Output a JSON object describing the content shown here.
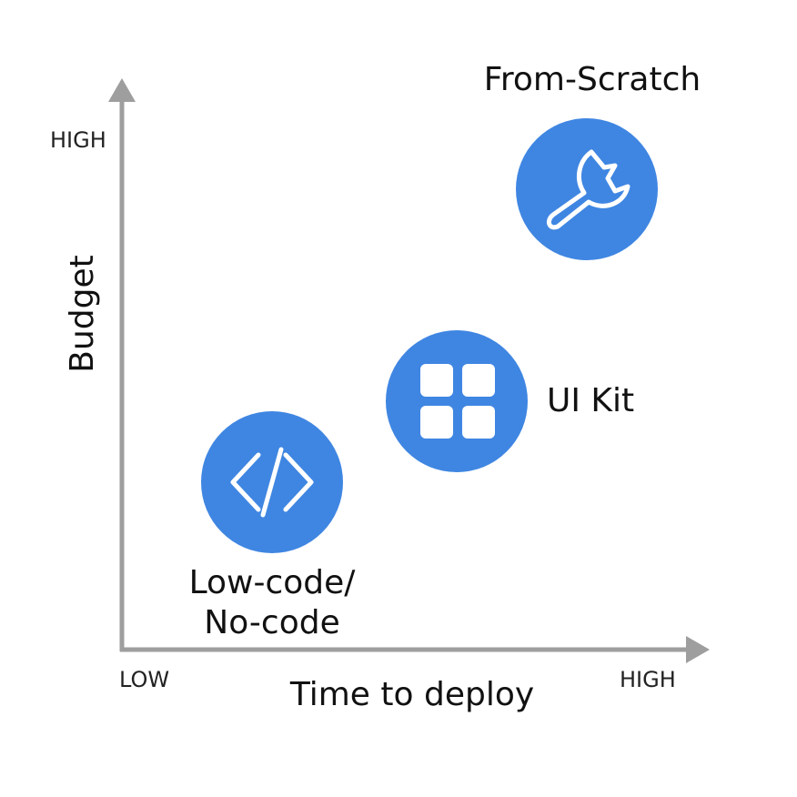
{
  "axes": {
    "x": {
      "title": "Time to deploy",
      "low_label": "LOW",
      "high_label": "HIGH"
    },
    "y": {
      "title": "Budget",
      "high_label": "HIGH"
    }
  },
  "nodes": [
    {
      "id": "low-code",
      "label_lines": [
        "Low-code/",
        "No-code"
      ],
      "icon": "code-brackets-icon"
    },
    {
      "id": "ui-kit",
      "label": "UI Kit",
      "icon": "grid-icon"
    },
    {
      "id": "from-scratch",
      "label": "From-Scratch",
      "icon": "wrench-icon"
    }
  ],
  "colors": {
    "node_fill": "#3f86e2",
    "axis": "#9e9e9e"
  }
}
